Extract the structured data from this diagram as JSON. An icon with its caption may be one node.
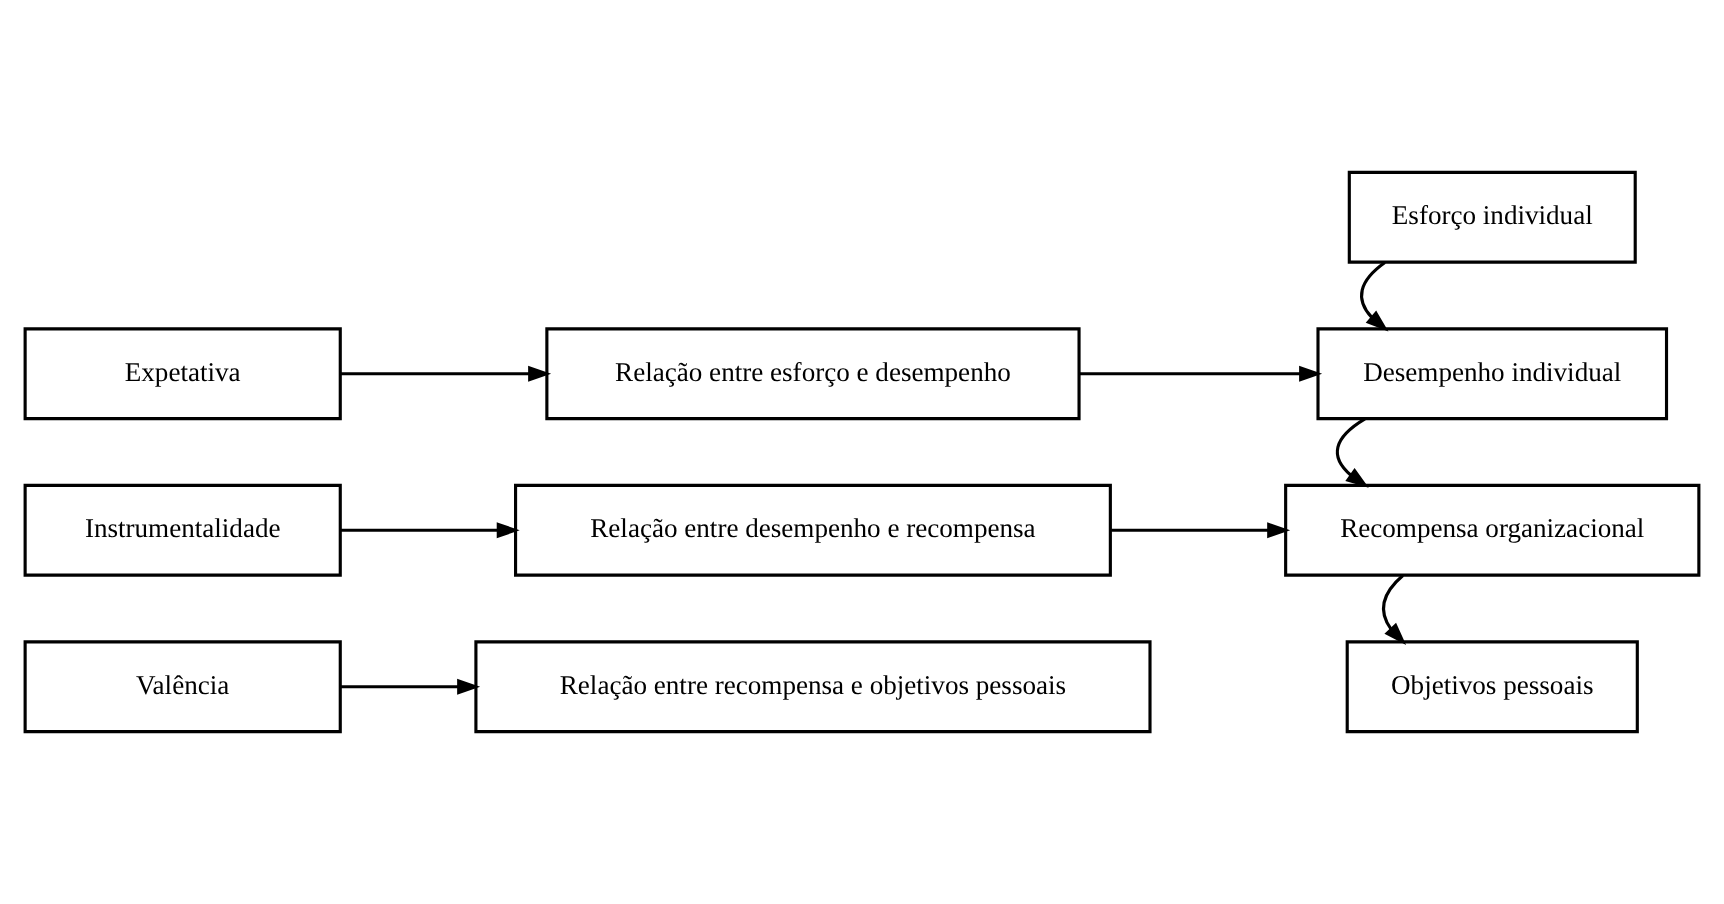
{
  "diagram": {
    "nodes": [
      {
        "text": [
          "Esforço individual"
        ]
      },
      {
        "text": [
          "Expetativa"
        ]
      },
      {
        "text": [
          "Relação entre esforço e desempenho"
        ]
      },
      {
        "text": [
          "Desempenho individual"
        ]
      },
      {
        "text": [
          "Instrumentalidade"
        ]
      },
      {
        "text": [
          "Relação entre desempenho e recompensa"
        ]
      },
      {
        "text": [
          "Recompensa organizacional"
        ]
      },
      {
        "text": [
          "Valência"
        ]
      },
      {
        "text": [
          "Relação entre recompensa e objetivos pessoais"
        ]
      },
      {
        "text": [
          "Objetivos pessoais"
        ]
      }
    ],
    "edges": [
      {
        "from": 1,
        "to": 2,
        "arrow": "to"
      },
      {
        "from": 2,
        "to": 3,
        "arrow": "to"
      },
      {
        "from": 0,
        "to": 3,
        "arrow": "to"
      },
      {
        "from": 4,
        "to": 5,
        "arrow": "to"
      },
      {
        "from": 5,
        "to": 6,
        "arrow": "to"
      },
      {
        "from": 3,
        "to": 6,
        "arrow": "to"
      },
      {
        "from": 7,
        "to": 8,
        "arrow": "to"
      },
      {
        "from": 6,
        "to": 9,
        "arrow": "to"
      }
    ]
  }
}
